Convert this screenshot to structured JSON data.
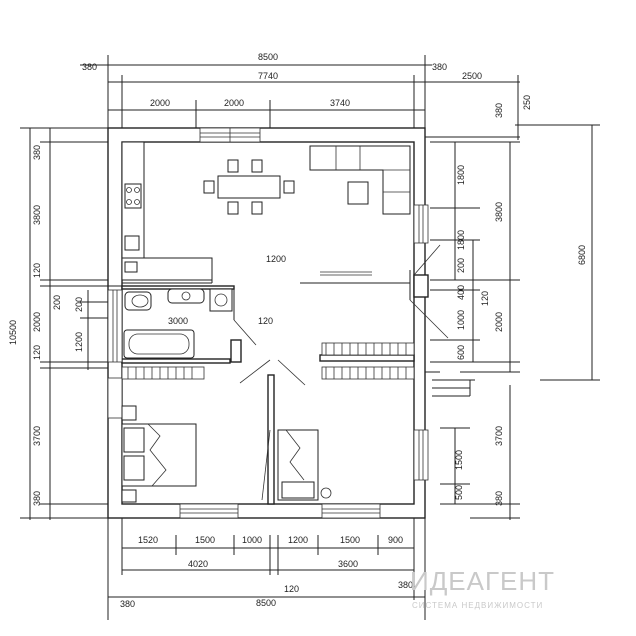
{
  "dimensions": {
    "top_overall": "8500",
    "top_side_left": "380",
    "top_side_right": "380",
    "top_inner": "7740",
    "top_porch": "2500",
    "top_seg1": "2000",
    "top_seg2": "2000",
    "top_seg3": "3740",
    "top_right_a": "380",
    "top_right_b": "250",
    "left_overall": "10500",
    "left_a": "380",
    "left_b": "3800",
    "left_c": "120",
    "left_d": "2000",
    "left_e": "120",
    "left_f": "3700",
    "left_g": "380",
    "left_h": "200",
    "left_i": "200",
    "left_j": "1200",
    "right_a": "1800",
    "right_b": "1800",
    "right_c": "200",
    "right_d": "400",
    "right_e": "1000",
    "right_f": "600",
    "right_g": "3800",
    "right_h": "120",
    "right_i": "2000",
    "right_j": "3700",
    "right_k": "380",
    "right_overall": "6800",
    "right_l": "1500",
    "right_m": "500",
    "bath_len": "3000",
    "wall_120": "120",
    "door_1200": "1200",
    "bot_seg1": "1520",
    "bot_seg2": "1500",
    "bot_seg3": "1000",
    "bot_seg4": "1200",
    "bot_seg5": "1500",
    "bot_seg6": "900",
    "bot_mid1": "4020",
    "bot_mid2": "3600",
    "bot_120": "120",
    "bot_380_r": "380",
    "bot_380_l": "380",
    "bot_overall": "8500"
  },
  "watermark": {
    "brand": "ИДЕАГЕНТ",
    "tagline": "СИСТЕМА НЕДВИЖИМОСТИ"
  }
}
